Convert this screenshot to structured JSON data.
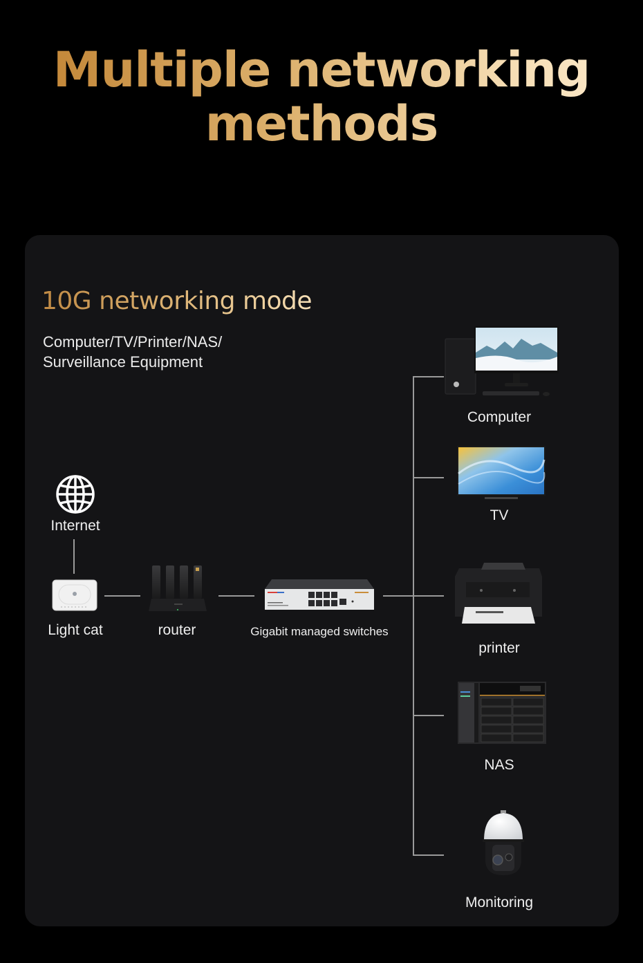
{
  "header": {
    "title_line1": "Multiple networking",
    "title_line2": "methods"
  },
  "card": {
    "mode_title": "10G networking mode",
    "subtitle_line1": "Computer/TV/Printer/NAS/",
    "subtitle_line2": "Surveillance Equipment"
  },
  "nodes": {
    "internet": {
      "label": "Internet",
      "icon": "globe-icon"
    },
    "light_cat": {
      "label": "Light cat",
      "icon": "optical-modem-icon"
    },
    "router": {
      "label": "router",
      "icon": "router-icon"
    },
    "switch": {
      "label": "Gigabit managed switches",
      "icon": "switch-icon"
    }
  },
  "endpoints": [
    {
      "label": "Computer",
      "icon": "desktop-computer-icon"
    },
    {
      "label": "TV",
      "icon": "tv-icon"
    },
    {
      "label": "printer",
      "icon": "printer-icon"
    },
    {
      "label": "NAS",
      "icon": "nas-icon"
    },
    {
      "label": "Monitoring",
      "icon": "dome-camera-icon"
    }
  ],
  "colors": {
    "background": "#000000",
    "card": "#141416",
    "gold_start": "#c58a3c",
    "gold_end": "#fbe8c8",
    "line": "#9a9a9a"
  }
}
